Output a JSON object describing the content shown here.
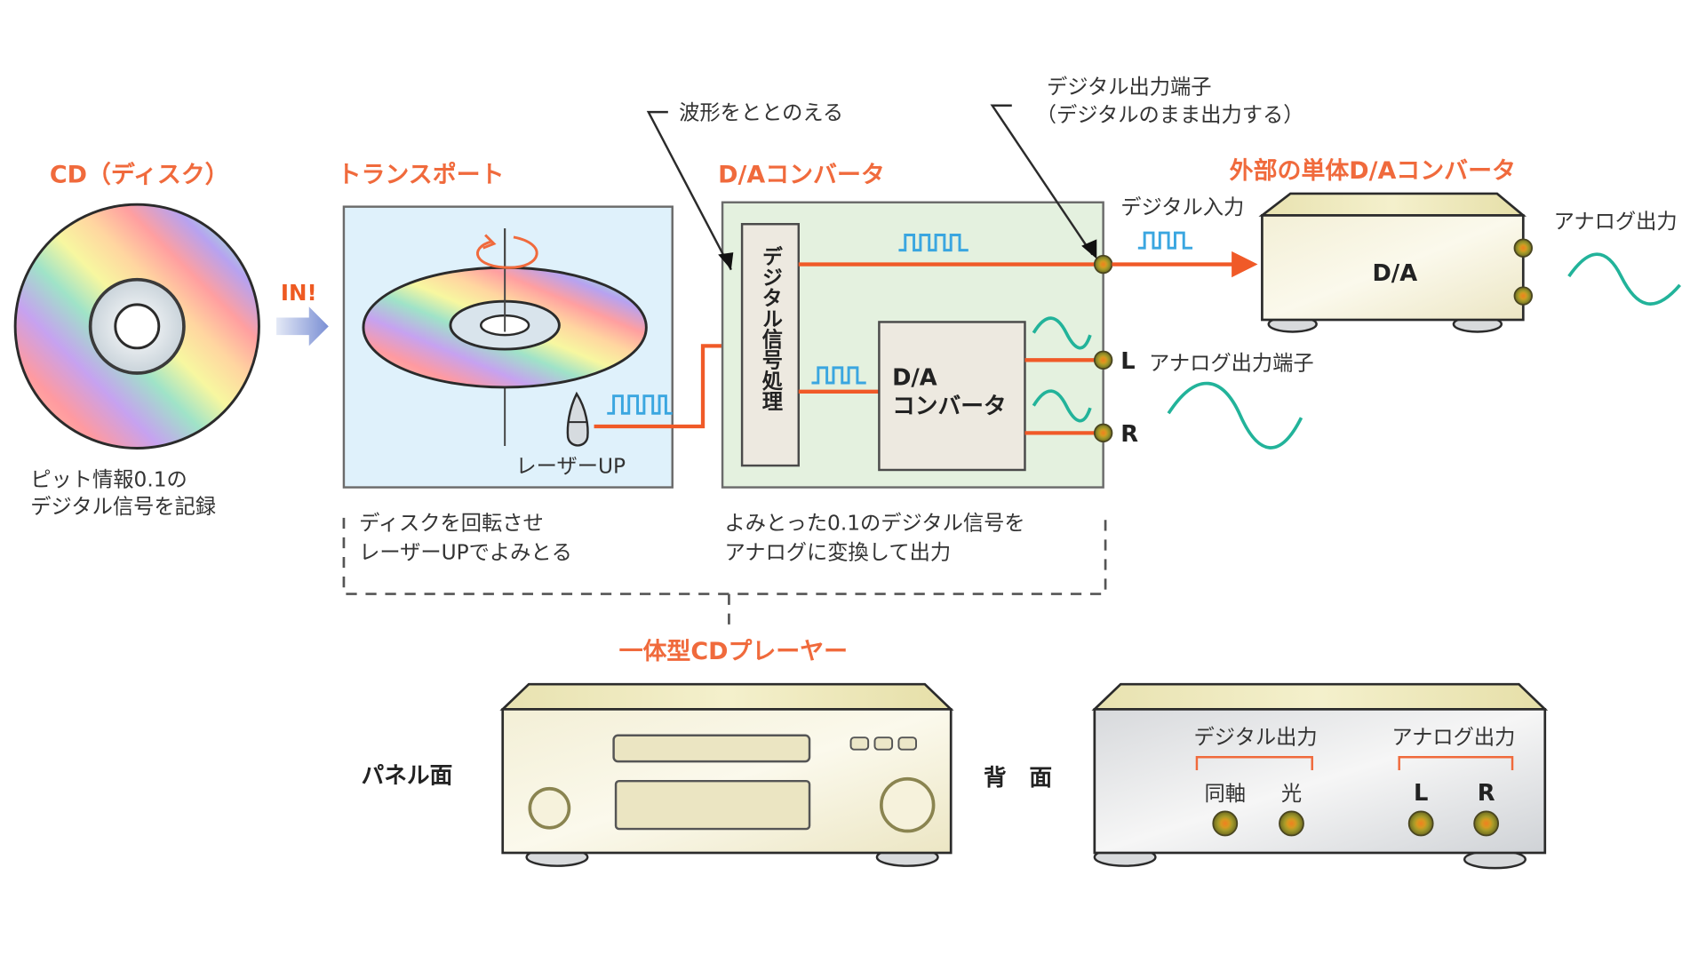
{
  "sections": {
    "cd": {
      "title": "CD（ディスク）",
      "caption_line1": "ピット情報0.1の",
      "caption_line2": "デジタル信号を記録",
      "in_label": "IN!"
    },
    "transport": {
      "title": "トランスポート",
      "laser_label": "レーザーUP",
      "caption_line1": "ディスクを回転させ",
      "caption_line2": "レーザーUPでよみとる"
    },
    "da_converter": {
      "title": "D/Aコンバータ",
      "dsp_label": "デジタル信号処理",
      "inner_label_line1": "D/A",
      "inner_label_line2": "コンバータ",
      "terminal_l": "L",
      "terminal_r": "R",
      "caption_line1": "よみとった0.1のデジタル信号を",
      "caption_line2": "アナログに変換して出力"
    },
    "callouts": {
      "waveform": "波形をととのえる",
      "digital_out_line1": "デジタル出力端子",
      "digital_out_line2": "（デジタルのまま出力する）",
      "analog_out_terminal": "アナログ出力端子"
    },
    "external_da": {
      "title": "外部の単体D/Aコンバータ",
      "digital_input": "デジタル入力",
      "box_label": "D/A",
      "analog_output": "アナログ出力"
    },
    "integrated_player": {
      "title": "一体型CDプレーヤー",
      "front_label": "パネル面",
      "back_label": "背　面",
      "back_digital_group": "デジタル出力",
      "back_analog_group": "アナログ出力",
      "back_coax": "同軸",
      "back_optical": "光",
      "back_l": "L",
      "back_r": "R"
    }
  },
  "colors": {
    "title_orange": "#f06a3c",
    "signal_wire": "#f05a28",
    "digital_wave": "#3aa6e0",
    "analog_wave": "#22b39a",
    "transport_bg": "#dff1fb",
    "converter_bg": "#e4f1df"
  }
}
